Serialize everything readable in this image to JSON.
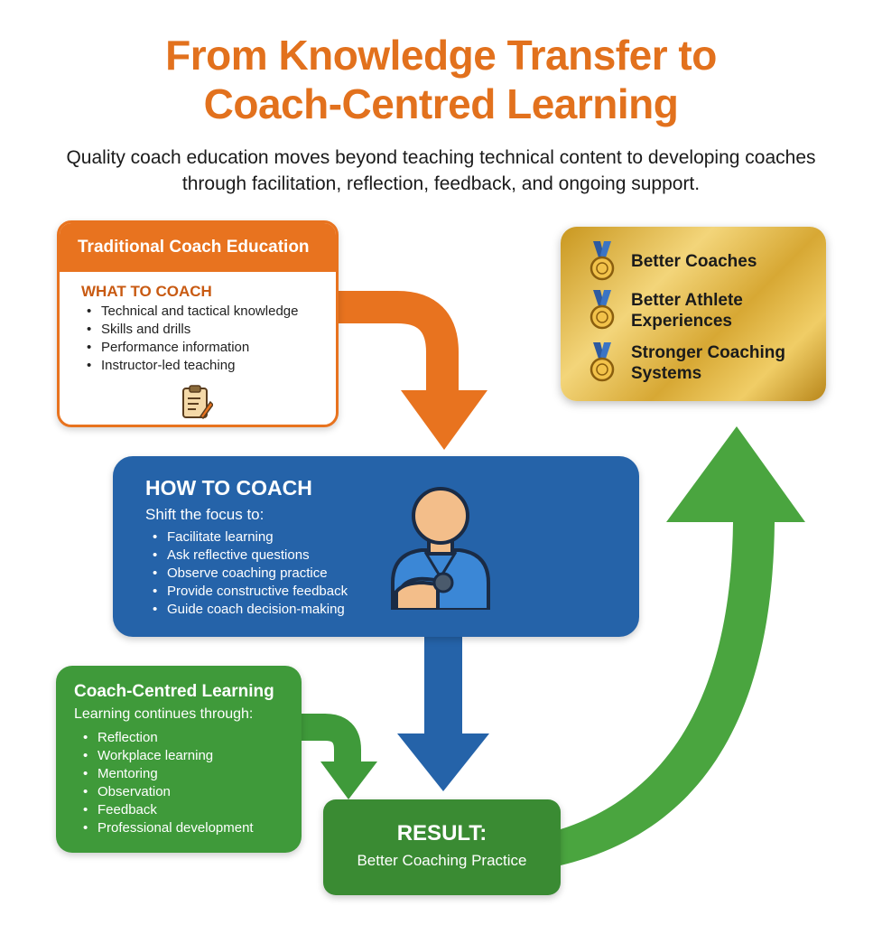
{
  "title": {
    "line1": "From Knowledge Transfer to",
    "line2": "Coach-Centred Learning"
  },
  "subtitle": "Quality coach education moves beyond teaching technical content to developing coaches through facilitation, reflection, feedback, and ongoing support.",
  "traditional": {
    "header": "Traditional Coach Education",
    "subheading": "WHAT TO COACH",
    "items": [
      "Technical and tactical knowledge",
      "Skills and drills",
      "Performance information",
      "Instructor-led teaching"
    ],
    "icon": "clipboard-icon"
  },
  "how": {
    "title": "HOW TO COACH",
    "subtitle": "Shift the focus to:",
    "items": [
      "Facilitate learning",
      "Ask reflective questions",
      "Observe coaching practice",
      "Provide constructive feedback",
      "Guide coach decision-making"
    ],
    "icon": "coach-person-icon"
  },
  "learning": {
    "title": "Coach-Centred Learning",
    "subtitle": "Learning continues through:",
    "items": [
      "Reflection",
      "Workplace learning",
      "Mentoring",
      "Observation",
      "Feedback",
      "Professional development"
    ]
  },
  "result": {
    "title": "RESULT:",
    "subtitle": "Better Coaching Practice"
  },
  "outcomes": {
    "items": [
      "Better Coaches",
      "Better Athlete Experiences",
      "Stronger Coaching Systems"
    ],
    "icon": "medal-icon"
  },
  "colors": {
    "orange": "#e8731f",
    "blue": "#2563a9",
    "green": "#3f9a3a",
    "gold": "#d7a834"
  }
}
